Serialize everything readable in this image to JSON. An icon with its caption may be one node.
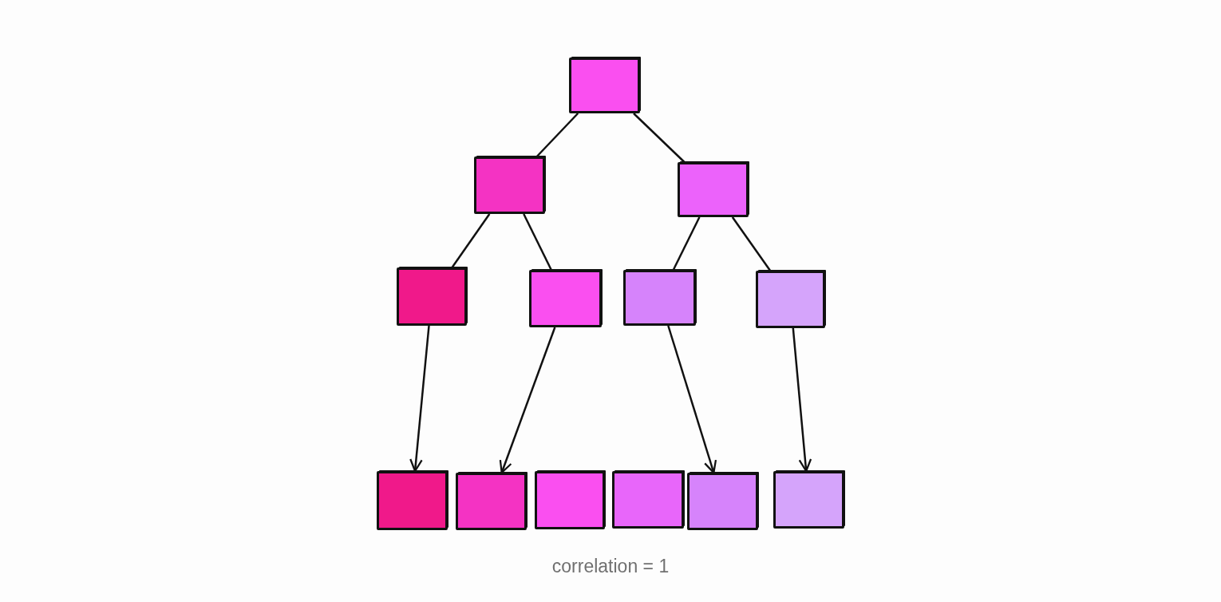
{
  "diagram": {
    "caption": "correlation = 1",
    "nodes": [
      {
        "text": [],
        "shape": "box"
      },
      {
        "text": [],
        "shape": "box"
      },
      {
        "text": [],
        "shape": "box"
      },
      {
        "text": [],
        "shape": "box"
      },
      {
        "text": [],
        "shape": "box"
      },
      {
        "text": [],
        "shape": "box"
      },
      {
        "text": [],
        "shape": "box"
      },
      {
        "text": [],
        "shape": "box"
      },
      {
        "text": [],
        "shape": "box"
      },
      {
        "text": [],
        "shape": "box"
      },
      {
        "text": [],
        "shape": "box"
      },
      {
        "text": [],
        "shape": "box"
      },
      {
        "text": [],
        "shape": "box"
      }
    ],
    "edges": [
      {
        "from": 0,
        "to": 1,
        "arrow": "none"
      },
      {
        "from": 0,
        "to": 2,
        "arrow": "none"
      },
      {
        "from": 1,
        "to": 3,
        "arrow": "none"
      },
      {
        "from": 1,
        "to": 4,
        "arrow": "none"
      },
      {
        "from": 2,
        "to": 5,
        "arrow": "none"
      },
      {
        "from": 2,
        "to": 6,
        "arrow": "none"
      },
      {
        "from": 3,
        "to": 7,
        "arrow": "to"
      },
      {
        "from": 4,
        "to": 8,
        "arrow": "to"
      },
      {
        "from": 5,
        "to": 11,
        "arrow": "to"
      },
      {
        "from": 6,
        "to": 12,
        "arrow": "to"
      }
    ]
  }
}
